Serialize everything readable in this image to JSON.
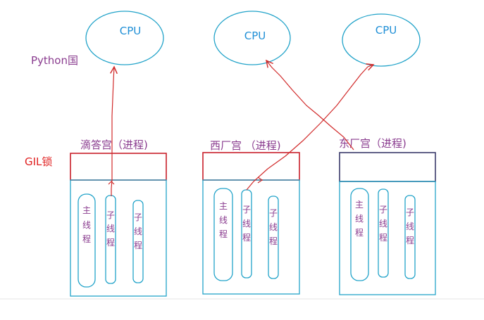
{
  "diagram": {
    "left_labels": {
      "python_country": "Python国",
      "gil_lock": "GIL锁"
    },
    "cpus": [
      {
        "label": "CPU"
      },
      {
        "label": "CPU"
      },
      {
        "label": "CPU"
      }
    ],
    "processes": [
      {
        "title": "滴答宫（进程)",
        "threads": [
          {
            "label": "主\n线\n程"
          },
          {
            "label": "子\n线\n程"
          },
          {
            "label": "子\n线\n程"
          }
        ]
      },
      {
        "title": "西厂宫  （进程)",
        "threads": [
          {
            "label": "主\n线\n程"
          },
          {
            "label": "子\n线\n程"
          },
          {
            "label": "子\n线\n程"
          }
        ]
      },
      {
        "title": "东厂宫（进程)",
        "threads": [
          {
            "label": "主\n线\n程"
          },
          {
            "label": "子\n线\n程"
          },
          {
            "label": "子\n线\n程"
          }
        ]
      }
    ],
    "colors": {
      "cpu_text": "#1f8fd6",
      "outline": "#22a3c9",
      "label_purple": "#8a3c8f",
      "label_red": "#e02020",
      "arrow": "#d12a2a"
    }
  }
}
